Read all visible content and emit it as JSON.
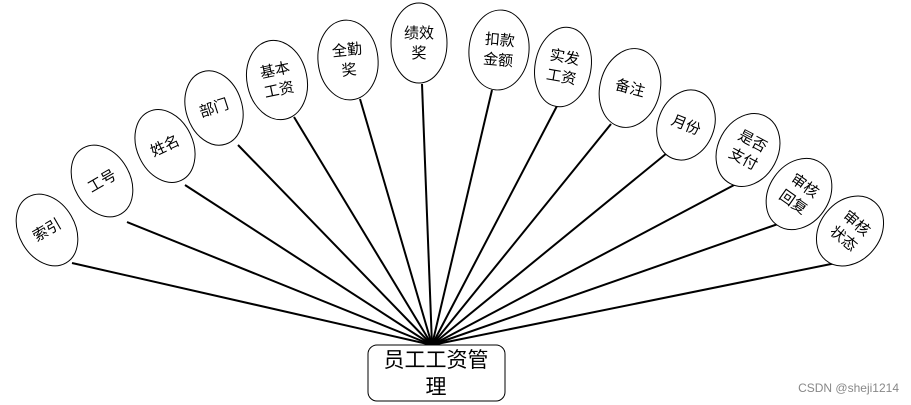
{
  "entity": {
    "lines": [
      "员工工资管",
      "理"
    ]
  },
  "attributes": [
    {
      "id": "suoyin",
      "lines": [
        "索引"
      ]
    },
    {
      "id": "gonghao",
      "lines": [
        "工号"
      ]
    },
    {
      "id": "xingming",
      "lines": [
        "姓名"
      ]
    },
    {
      "id": "bumen",
      "lines": [
        "部门"
      ]
    },
    {
      "id": "jiben-gongzi",
      "lines": [
        "基本",
        "工资"
      ]
    },
    {
      "id": "quanqin-jiang",
      "lines": [
        "全勤",
        "奖"
      ]
    },
    {
      "id": "jixiao-jiang",
      "lines": [
        "绩效",
        "奖"
      ]
    },
    {
      "id": "koukuan-jine",
      "lines": [
        "扣款",
        "金额"
      ]
    },
    {
      "id": "shifa-gongzi",
      "lines": [
        "实发",
        "工资"
      ]
    },
    {
      "id": "beizhu",
      "lines": [
        "备注"
      ]
    },
    {
      "id": "yuefen",
      "lines": [
        "月份"
      ]
    },
    {
      "id": "shifou-zhifu",
      "lines": [
        "是否",
        "支付"
      ]
    },
    {
      "id": "shenhe-huifu",
      "lines": [
        "审核",
        "回复"
      ]
    },
    {
      "id": "shenhe-zhuangtai",
      "lines": [
        "审核",
        "状态"
      ]
    }
  ],
  "watermark": "CSDN @sheji1214",
  "colors": {
    "stroke": "#000000",
    "fill": "#ffffff",
    "watermark": "#888888"
  }
}
